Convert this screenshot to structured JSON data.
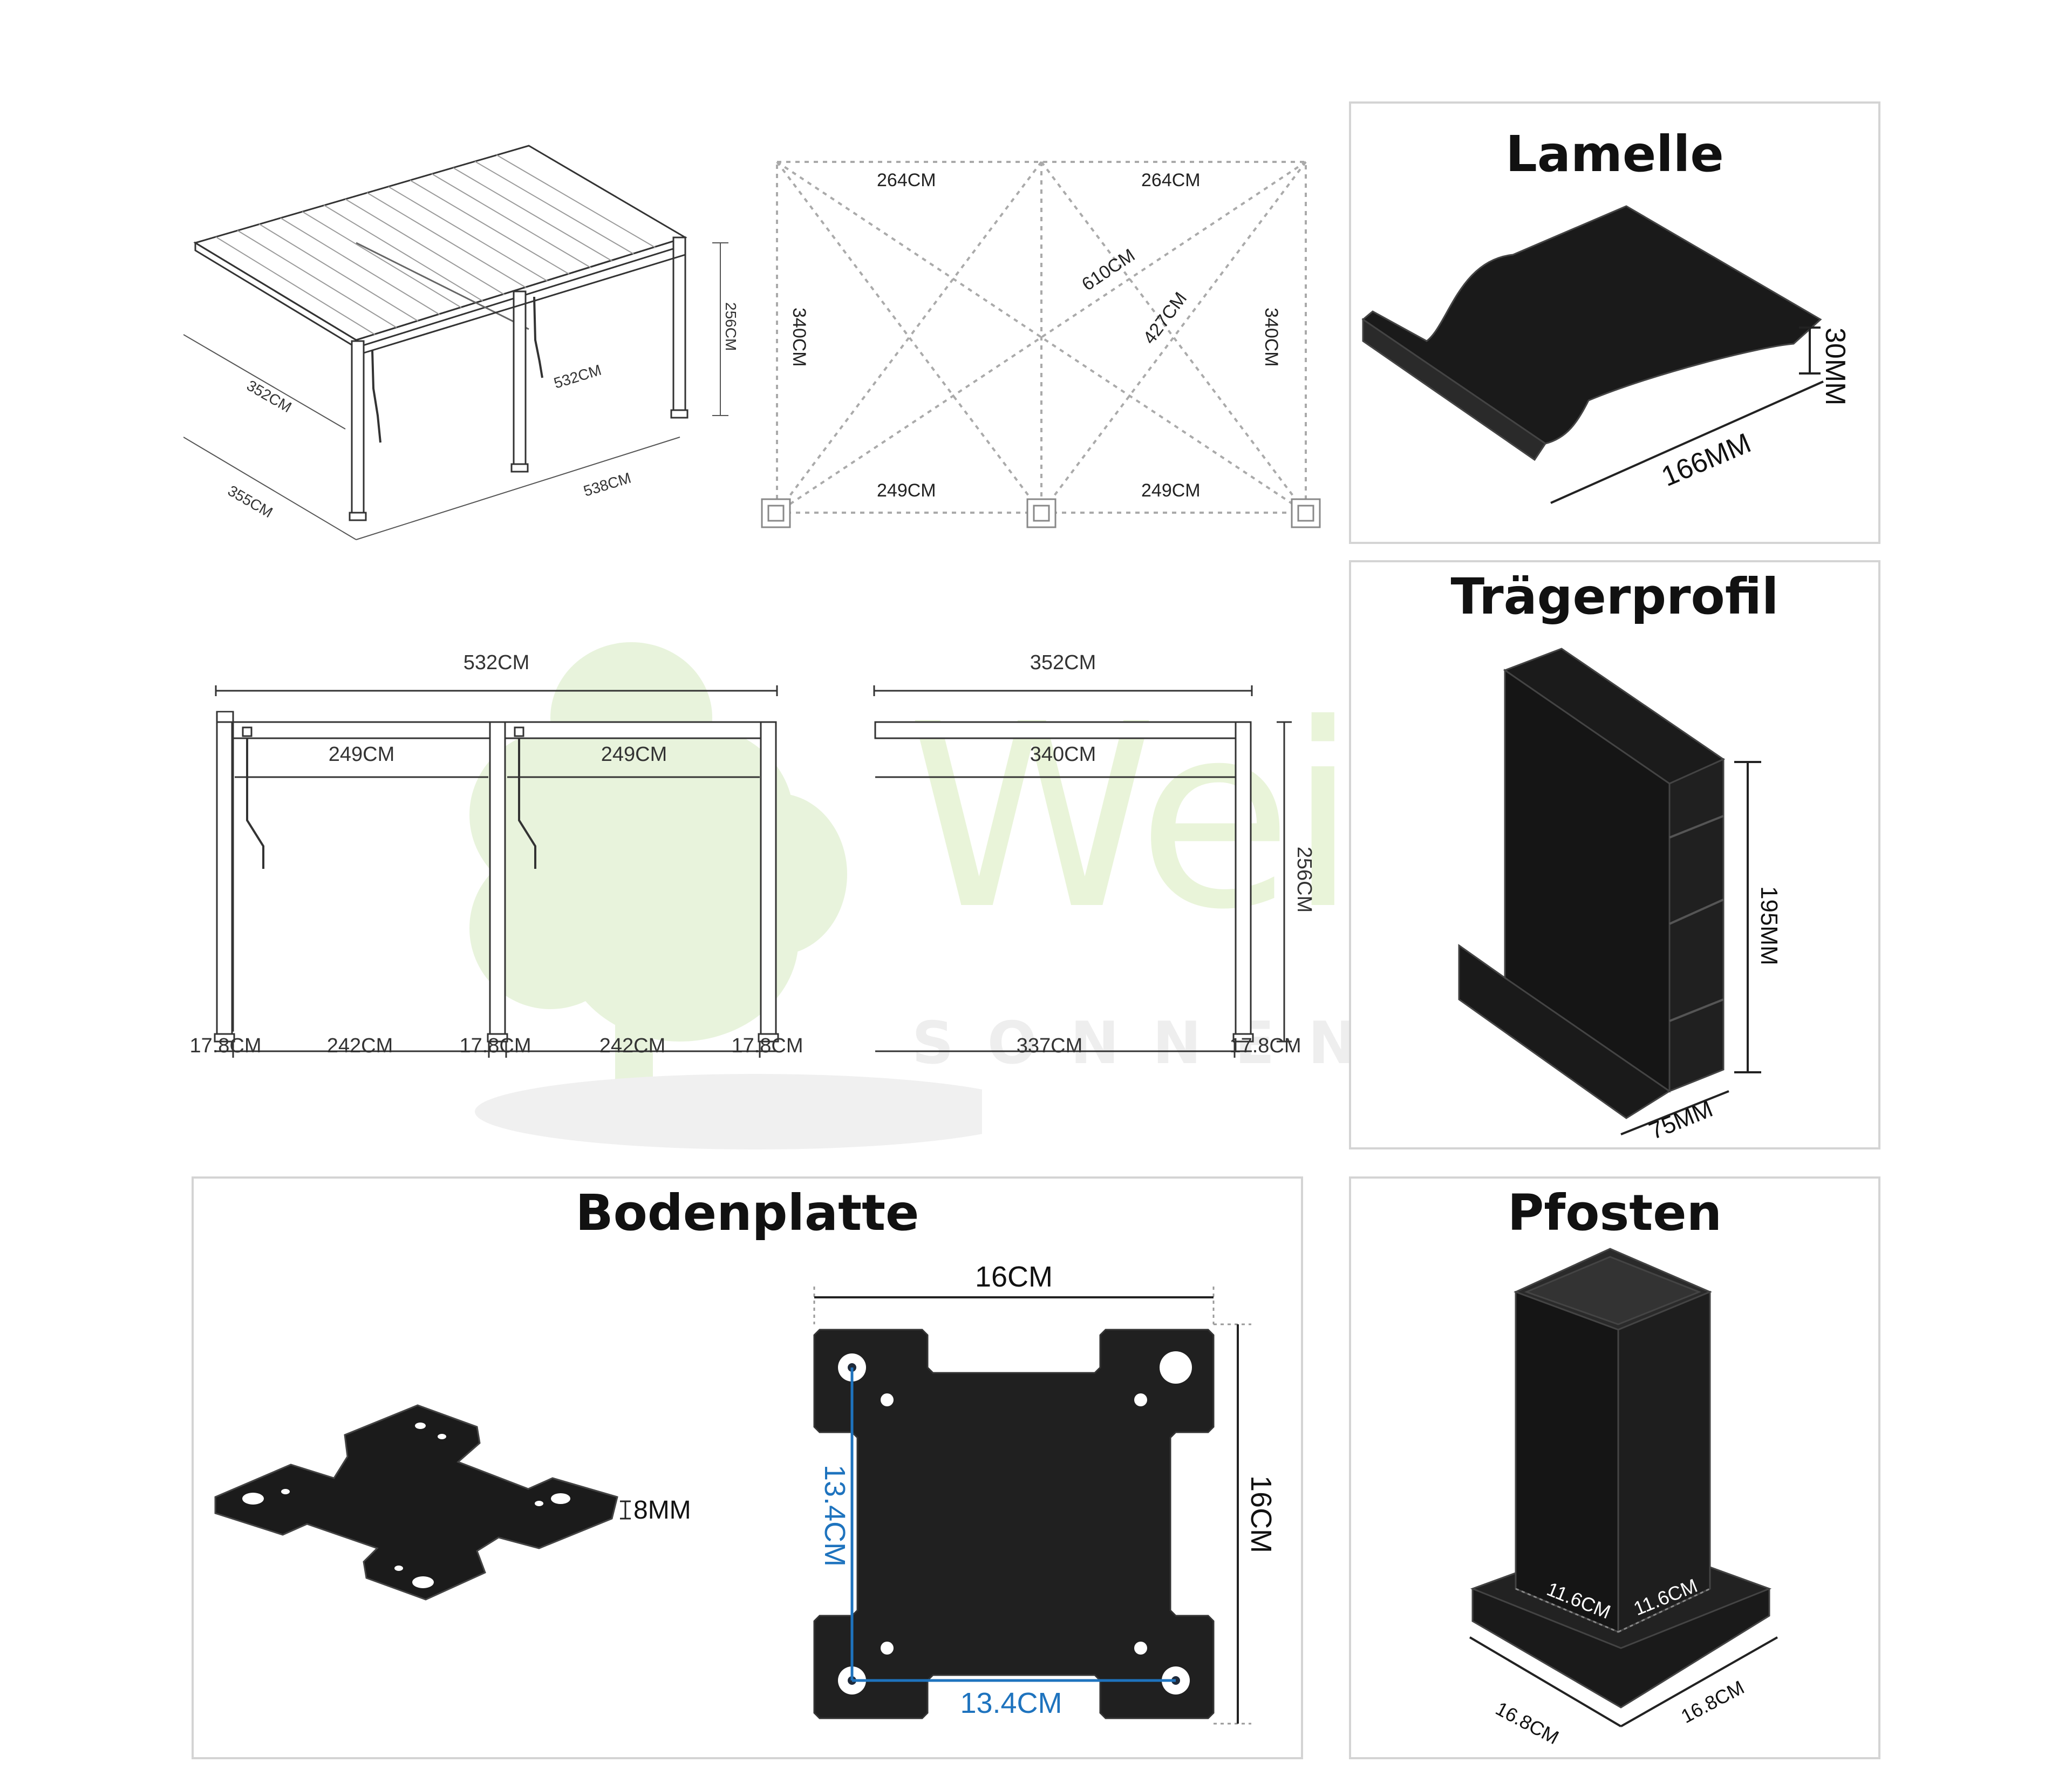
{
  "watermark": {
    "brand": "Weide",
    "tagline": "SONNENSCHUTZ"
  },
  "panels": {
    "lamelle": {
      "title": "Lamelle",
      "height_label": "30MM",
      "width_label": "166MM"
    },
    "traegerprofil": {
      "title": "Trägerprofil",
      "height_label": "195MM",
      "width_label": "75MM"
    },
    "bodenplatte": {
      "title": "Bodenplatte",
      "thickness_label": "8MM",
      "width_label": "16CM",
      "height_label": "16CM",
      "hole_spacing_v": "13.4CM",
      "hole_spacing_h": "13.4CM"
    },
    "pfosten": {
      "title": "Pfosten",
      "inner_a": "11.6CM",
      "inner_b": "11.6CM",
      "base_a": "16.8CM",
      "base_b": "16.8CM"
    }
  },
  "iso_view": {
    "left_depth_top": "352CM",
    "left_depth_bottom": "355CM",
    "front_inner": "532CM",
    "front_outer": "538CM",
    "height": "256CM"
  },
  "plan_view": {
    "top_left": "264CM",
    "top_right": "264CM",
    "left_side": "340CM",
    "right_side": "340CM",
    "diagonal_full": "610CM",
    "diagonal_half": "427CM",
    "bottom_left": "249CM",
    "bottom_right": "249CM"
  },
  "front_view": {
    "overall": "532CM",
    "span_left": "249CM",
    "span_right": "249CM",
    "post_1": "17.8CM",
    "gap_1": "242CM",
    "post_2": "17.8CM",
    "gap_2": "242CM",
    "post_3": "17.8CM"
  },
  "side_view": {
    "overall": "352CM",
    "inner": "340CM",
    "height": "256CM",
    "clear": "337CM",
    "post": "17.8CM"
  }
}
